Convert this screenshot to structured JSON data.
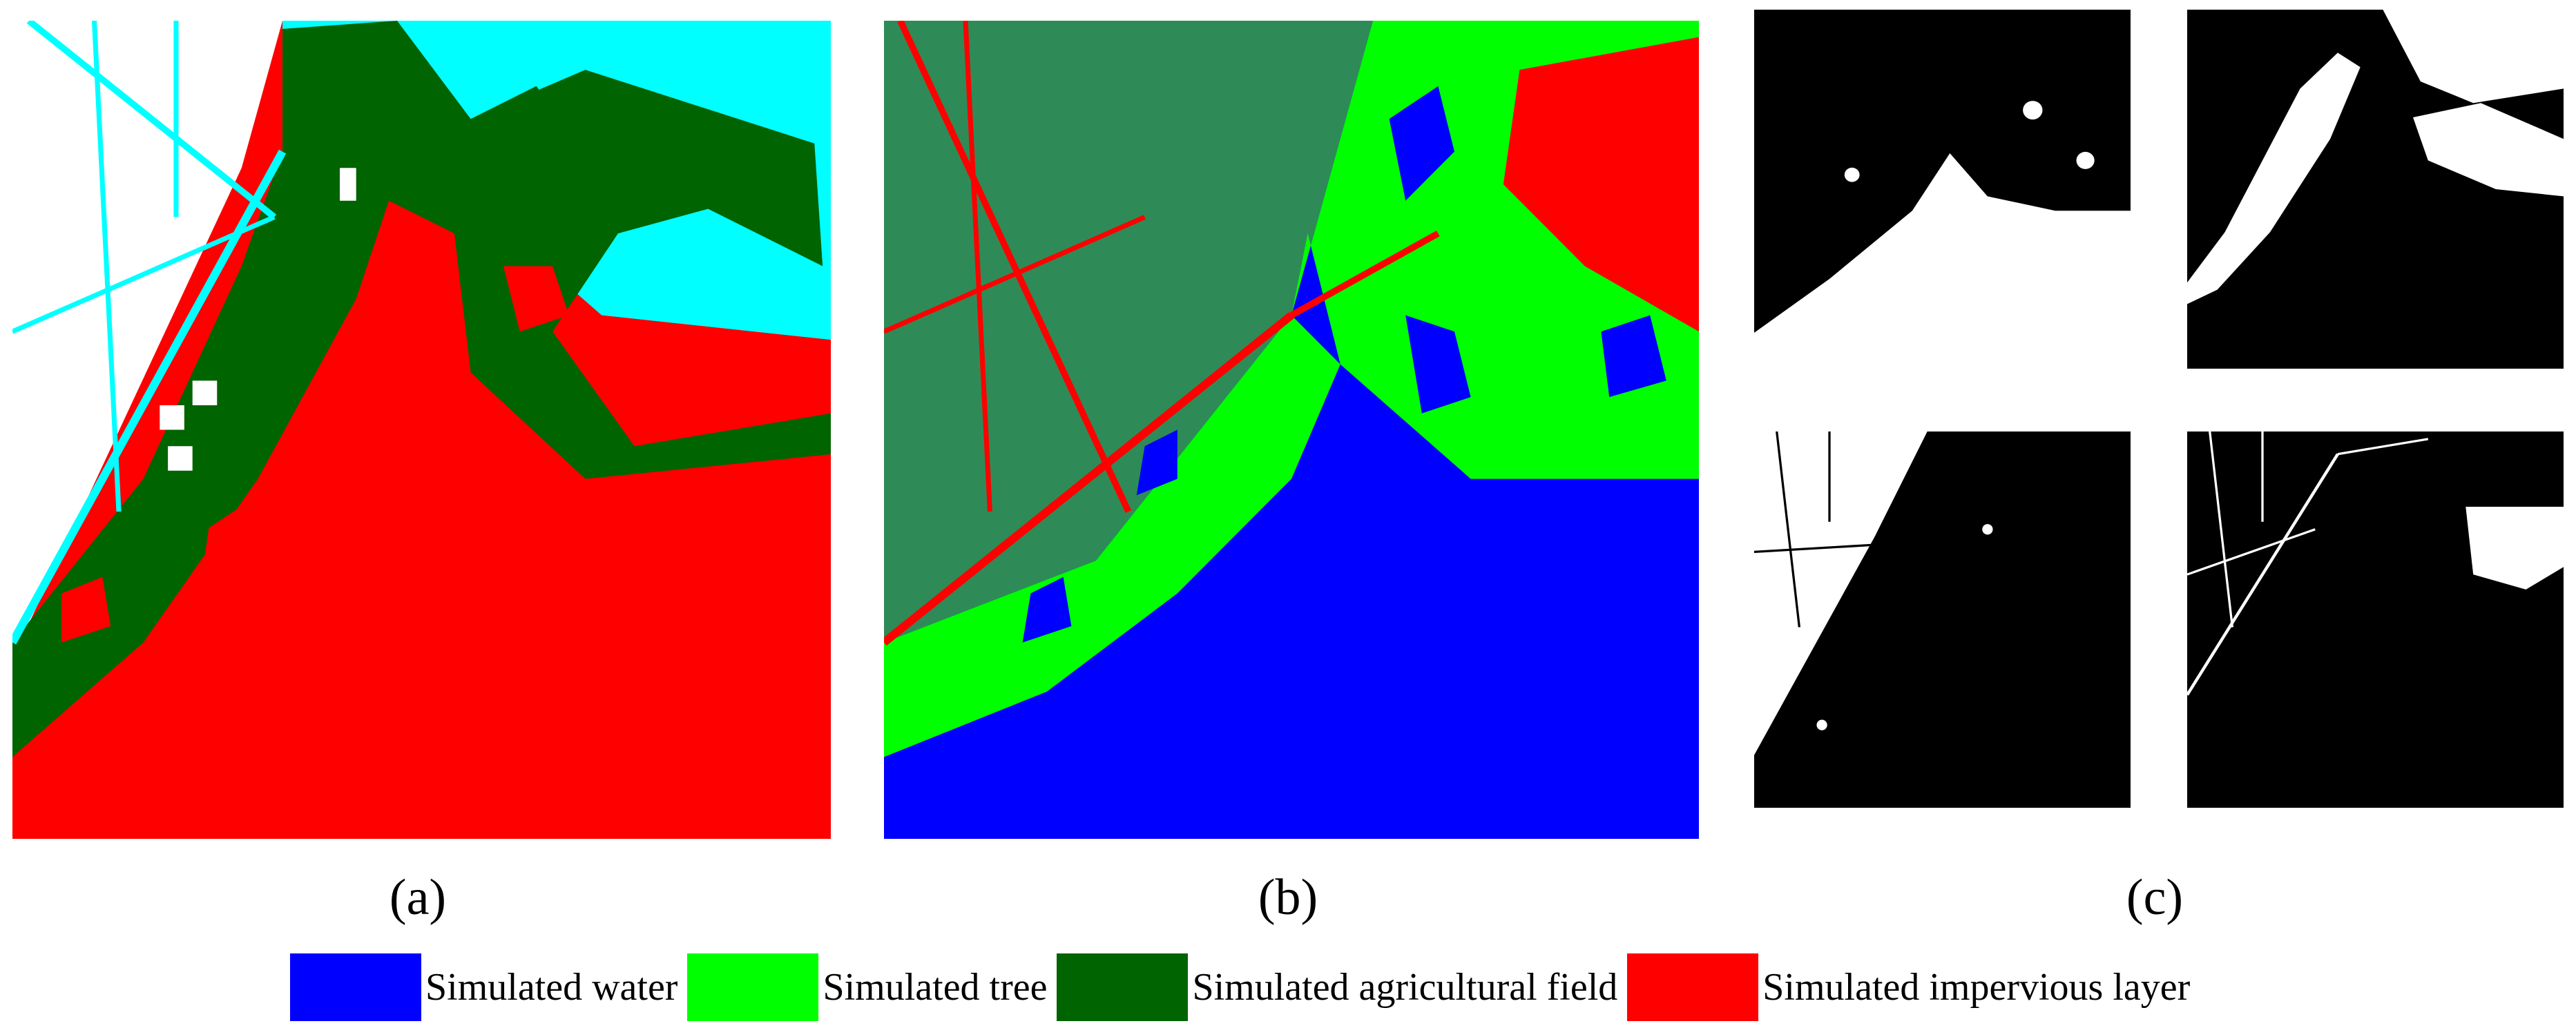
{
  "panel_labels": {
    "a": "(a)",
    "b": "(b)",
    "c": "(c)"
  },
  "legend": [
    {
      "label": "Simulated water",
      "color": "#0000ff"
    },
    {
      "label": "Simulated tree",
      "color": "#00ff00"
    },
    {
      "label": "Simulated agricultural field",
      "color": "#006400"
    },
    {
      "label": "Simulated impervious layer",
      "color": "#ff0000"
    }
  ],
  "colors": {
    "water": "#0000ff",
    "tree": "#00ff00",
    "agricultural_field": "#006400",
    "impervious": "#ff0000",
    "cyan": "#00ffff",
    "sea_green": "#2e8b57",
    "mask_fg": "#ffffff",
    "mask_bg": "#000000"
  }
}
